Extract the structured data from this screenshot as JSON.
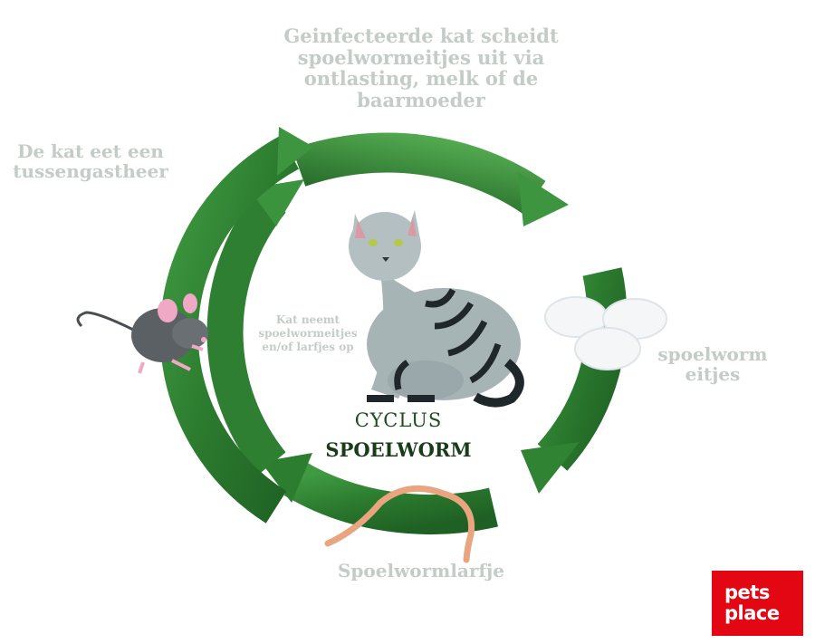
{
  "diagram": {
    "title_line1": "CYCLUS",
    "title_line2": "SPOELWORM",
    "steps": {
      "top": "Geinfecteerde kat scheidt spoelwormeitjes uit via ontlasting, melk of de baarmoeder",
      "right": "spoelworm eitjes",
      "bottom": "Spoelwormlarfje",
      "left": "De kat eet een tussengastheer",
      "inner": "Kat neemt spoelwormeitjes en/of larfjes op"
    }
  },
  "logo": {
    "line1": "pets",
    "line2": "place"
  },
  "colors": {
    "arrow_dark": "#276f2b",
    "arrow_light": "#4aa34a",
    "label_grey": "#c3ccc6",
    "title_green": "#1d4d1d",
    "logo_red": "#e30613"
  },
  "icons": [
    "cat-icon",
    "mouse-icon",
    "egg-icon",
    "larva-icon"
  ]
}
